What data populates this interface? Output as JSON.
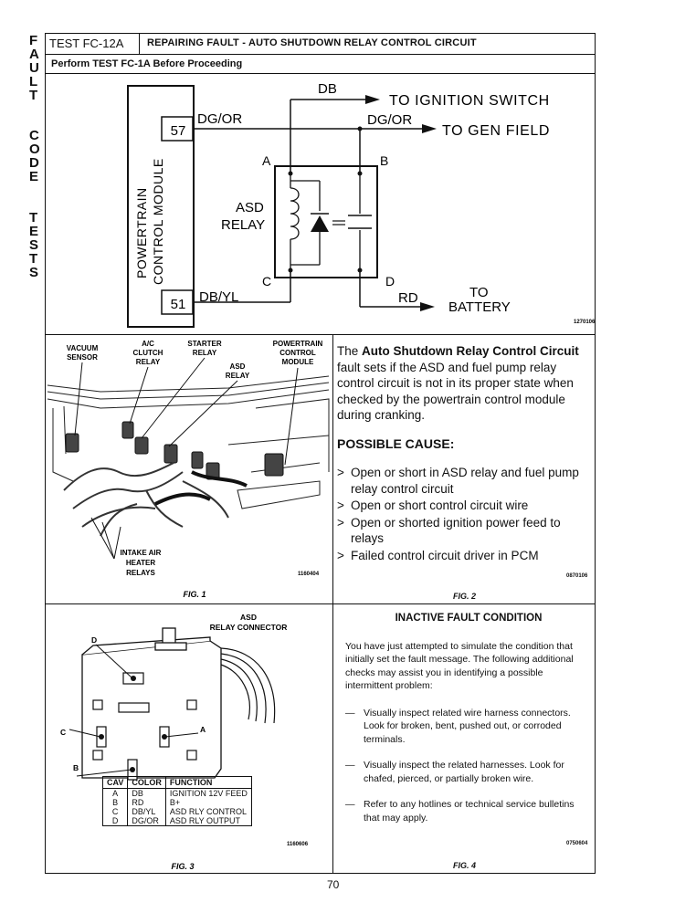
{
  "side_letters": [
    "F",
    "A",
    "U",
    "L",
    "T",
    "",
    "C",
    "O",
    "D",
    "E",
    "",
    "T",
    "E",
    "S",
    "T",
    "S"
  ],
  "header": {
    "test_id": "TEST FC-12A",
    "title": "REPAIRING FAULT - AUTO SHUTDOWN RELAY CONTROL CIRCUIT",
    "subtitle": "Perform TEST FC-1A Before Proceeding"
  },
  "schematic": {
    "module_label_1": "POWERTRAIN",
    "module_label_2": "CONTROL MODULE",
    "pin_57": "57",
    "pin_51": "51",
    "wire_dg_or_left": "DG/OR",
    "wire_db_yl": "DB/YL",
    "wire_db": "DB",
    "wire_dg_or_right": "DG/OR",
    "wire_rd": "RD",
    "to_ignition": "TO IGNITION SWITCH",
    "to_gen_field": "TO GEN FIELD",
    "to_battery_1": "TO",
    "to_battery_2": "BATTERY",
    "relay_label_1": "ASD",
    "relay_label_2": "RELAY",
    "terminal_a": "A",
    "terminal_b": "B",
    "terminal_c": "C",
    "terminal_d": "D",
    "ref": "1270106"
  },
  "fig1": {
    "callout_vacuum_1": "VACUUM",
    "callout_vacuum_2": "SENSOR",
    "callout_ac_1": "A/C",
    "callout_ac_2": "CLUTCH",
    "callout_ac_3": "RELAY",
    "callout_starter_1": "STARTER",
    "callout_starter_2": "RELAY",
    "callout_asd_1": "ASD",
    "callout_asd_2": "RELAY",
    "callout_pcm_1": "POWERTRAIN",
    "callout_pcm_2": "CONTROL",
    "callout_pcm_3": "MODULE",
    "callout_intake_1": "INTAKE AIR",
    "callout_intake_2": "HEATER",
    "callout_intake_3": "RELAYS",
    "ref": "1160404",
    "caption": "FIG. 1"
  },
  "fig2": {
    "intro_prefix": "The ",
    "intro_bold": "Auto Shutdown Relay Control Circuit",
    "intro_rest": " fault sets if the ASD and fuel pump relay control circuit is not in its proper state when checked by the powertrain control module during cranking.",
    "cause_title": "POSSIBLE CAUSE:",
    "causes": [
      "Open or short in ASD relay and fuel pump relay control circuit",
      "Open or short control circuit wire",
      "Open or shorted ignition power feed to relays",
      "Failed control circuit driver in PCM"
    ],
    "bullet": ">",
    "ref": "0870106",
    "caption": "FIG. 2"
  },
  "fig3": {
    "title_1": "ASD",
    "title_2": "RELAY CONNECTOR",
    "label_a": "A",
    "label_b": "B",
    "label_c": "C",
    "label_d": "D",
    "table_headers": [
      "CAV",
      "COLOR",
      "FUNCTION"
    ],
    "table_rows": [
      [
        "A",
        "DB",
        "IGNITION 12V FEED"
      ],
      [
        "B",
        "RD",
        "B+"
      ],
      [
        "C",
        "DB/YL",
        "ASD RLY CONTROL"
      ],
      [
        "D",
        "DG/OR",
        "ASD RLY OUTPUT"
      ]
    ],
    "ref": "1160606",
    "caption": "FIG. 3"
  },
  "fig4": {
    "title": "INACTIVE FAULT CONDITION",
    "intro": "You have just attempted to simulate the condition that initially set the fault message. The following additional checks may assist you in identifying a possible intermittent problem:",
    "dash": "—",
    "items": [
      "Visually inspect related wire harness connectors. Look for broken, bent, pushed out, or corroded terminals.",
      "Visually inspect the related harnesses. Look for chafed, pierced, or partially broken wire.",
      "Refer to any hotlines or technical service bulletins that may apply."
    ],
    "ref": "0750604",
    "caption": "FIG. 4"
  },
  "page_number": "70"
}
